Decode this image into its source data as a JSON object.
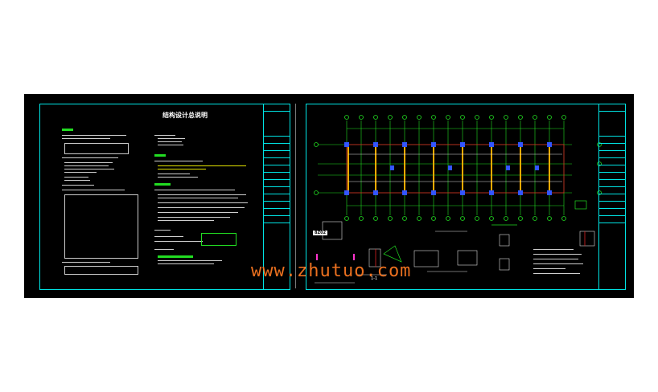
{
  "left_sheet": {
    "title": "结构设计总说明"
  },
  "right_sheet": {
    "detail_label": "1-1",
    "stamp_text": "8Z02"
  },
  "watermark": "www.zhutuo.com",
  "colors": {
    "background": "#000000",
    "frame": "#00e5e5",
    "grid": "#22dd22",
    "beam": "#ffaa00",
    "column": "#3355ff",
    "annotation": "#e6e600",
    "watermark": "#ff7a22"
  }
}
